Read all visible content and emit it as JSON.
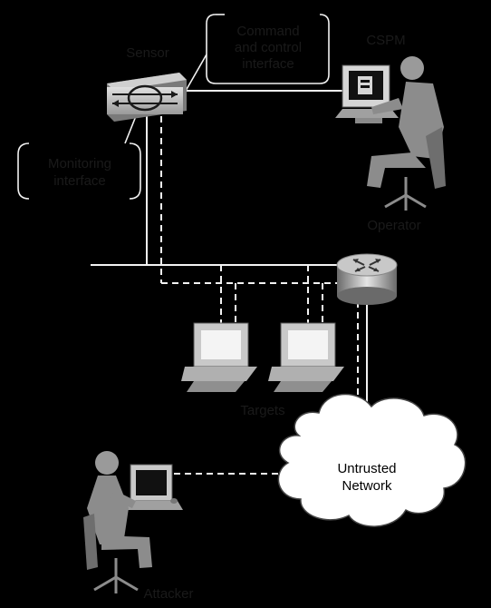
{
  "labels": {
    "sensor": "Sensor",
    "command_control_line1": "Command",
    "command_control_line2": "and control",
    "command_control_line3": "interface",
    "csmp": "CSPM",
    "monitoring_line1": "Monitoring",
    "monitoring_line2": "interface",
    "operator": "Operator",
    "targets": "Targets",
    "untrusted_line1": "Untrusted",
    "untrusted_line2": "Network",
    "attacker": "Attacker"
  },
  "colors": {
    "background": "#000000",
    "line": "#f2f2f2",
    "device_light": "#d9d9d9",
    "device_mid": "#a6a6a6",
    "device_dark": "#5c5c5c",
    "cloud_fill": "#ffffff",
    "person": "#8c8c8c"
  }
}
